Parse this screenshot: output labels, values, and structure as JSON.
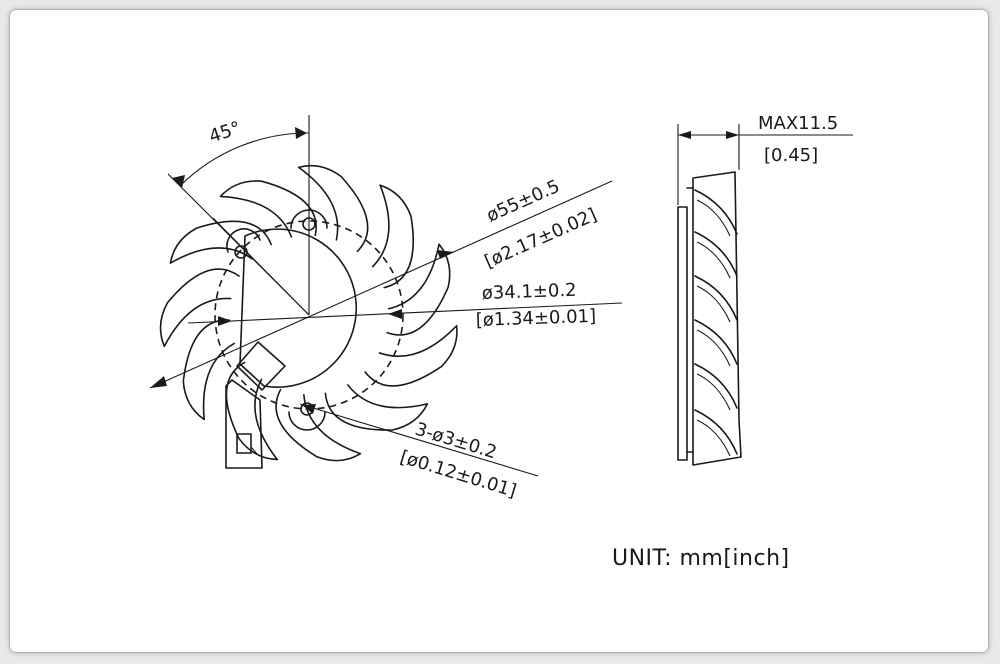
{
  "dimensions": {
    "angle": "45°",
    "outer_diameter_mm": "ø55±0.5",
    "outer_diameter_in": "[ø2.17±0.02]",
    "hub_diameter_mm": "ø34.1±0.2",
    "hub_diameter_in": "[ø1.34±0.01]",
    "holes_mm": "3-ø3±0.2",
    "holes_in": "[ø0.12±0.01]",
    "max_height_mm": "MAX11.5",
    "max_height_in": "[0.45]"
  },
  "unit_note": "UNIT: mm[inch]",
  "blade_count": 11
}
